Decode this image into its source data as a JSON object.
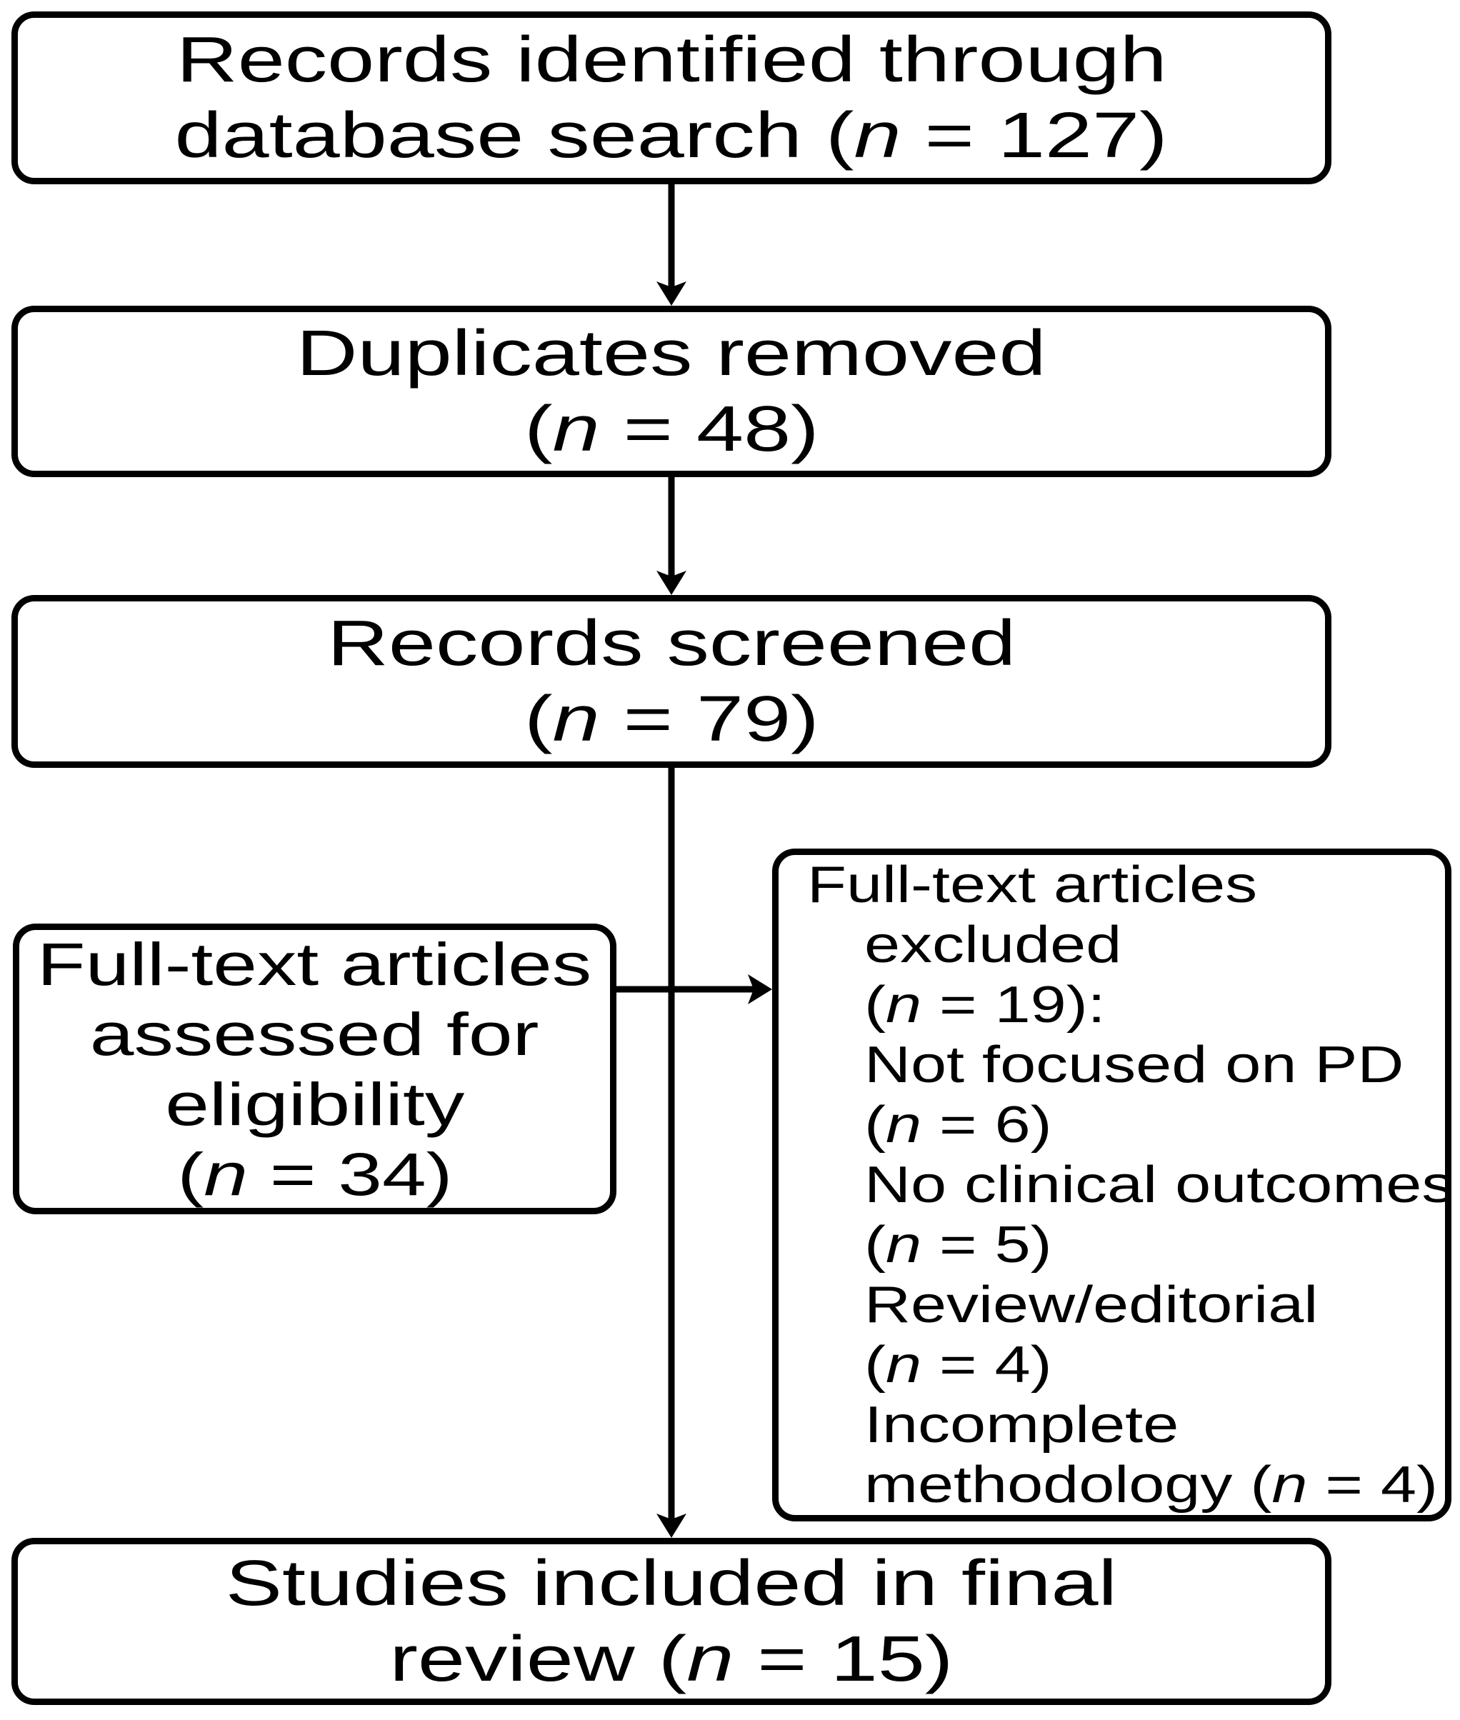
{
  "figure": {
    "type": "flow-diagram",
    "background_color": "#ffffff",
    "line_color": "#000000",
    "box_fill_color": "#ffffff",
    "boxes": {
      "records_identified": {
        "lines": [
          "Records identified through",
          "database search (n = 127)"
        ]
      },
      "duplicates_removed": {
        "lines": [
          "Duplicates removed",
          "(n = 48)"
        ]
      },
      "records_screened": {
        "lines": [
          "Records screened",
          "(n = 79)"
        ]
      },
      "fulltext_assessed": {
        "lines": [
          "Full-text articles",
          "assessed for",
          "eligibility",
          "(n = 34)"
        ]
      },
      "fulltext_excluded": {
        "lines": [
          "Full-text articles",
          "excluded",
          "(n = 19):",
          "Not focused on PD",
          "(n = 6)",
          "No clinical outcomes",
          "(n = 5)",
          "Review/editorial",
          "(n = 4)",
          "Incomplete",
          "methodology (n = 4)"
        ]
      },
      "studies_included": {
        "lines": [
          "Studies included in final",
          "review (n = 15)"
        ]
      }
    }
  }
}
